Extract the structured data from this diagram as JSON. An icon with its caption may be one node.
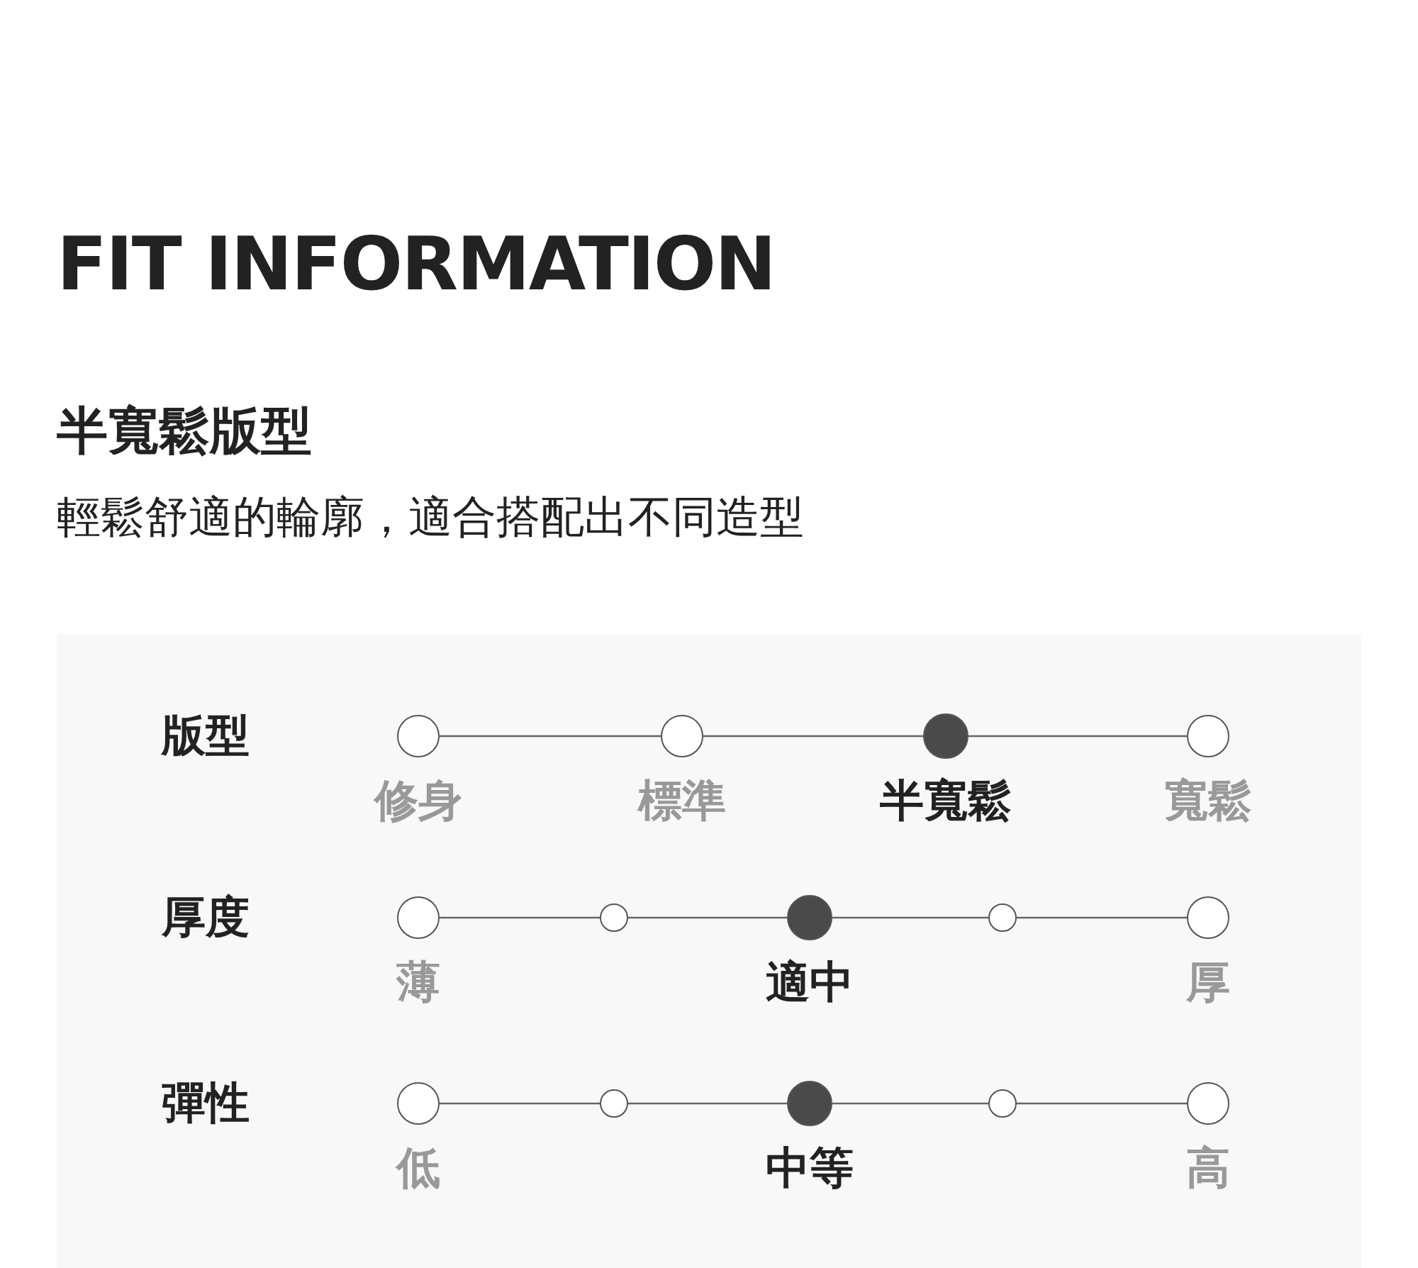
{
  "diagram": {
    "title": "FIT INFORMATION",
    "nodes": [
      {
        "text": [],
        "shape": "circle",
        "beside": [
          "修身"
        ]
      },
      {
        "text": [],
        "shape": "circle",
        "beside": [
          "標準"
        ]
      },
      {
        "text": [],
        "shape": "dot",
        "beside": [
          "半寬鬆"
        ]
      },
      {
        "text": [],
        "shape": "circle",
        "beside": [
          "寬鬆"
        ]
      },
      {
        "text": [],
        "shape": "circle",
        "beside": [
          "薄"
        ]
      },
      {
        "text": [],
        "shape": "circle"
      },
      {
        "text": [],
        "shape": "dot",
        "beside": [
          "適中"
        ]
      },
      {
        "text": [],
        "shape": "circle"
      },
      {
        "text": [],
        "shape": "circle",
        "beside": [
          "厚"
        ]
      },
      {
        "text": [],
        "shape": "circle",
        "beside": [
          "低"
        ]
      },
      {
        "text": [],
        "shape": "circle"
      },
      {
        "text": [],
        "shape": "dot",
        "beside": [
          "中等"
        ]
      },
      {
        "text": [],
        "shape": "circle"
      },
      {
        "text": [],
        "shape": "circle",
        "beside": [
          "高"
        ]
      }
    ],
    "edges": [
      {
        "from": 0,
        "to": 1,
        "arrow": "none"
      },
      {
        "from": 1,
        "to": 2,
        "arrow": "none"
      },
      {
        "from": 2,
        "to": 3,
        "arrow": "none"
      },
      {
        "from": 4,
        "to": 5,
        "arrow": "none"
      },
      {
        "from": 5,
        "to": 6,
        "arrow": "none"
      },
      {
        "from": 6,
        "to": 7,
        "arrow": "none"
      },
      {
        "from": 7,
        "to": 8,
        "arrow": "none"
      },
      {
        "from": 9,
        "to": 10,
        "arrow": "none"
      },
      {
        "from": 10,
        "to": 11,
        "arrow": "none"
      },
      {
        "from": 11,
        "to": 12,
        "arrow": "none"
      },
      {
        "from": 12,
        "to": 13,
        "arrow": "none"
      }
    ],
    "labels": [
      "半寬鬆版型",
      "輕鬆舒適的輪廓，適合搭配出不同造型",
      "版型",
      "厚度",
      "彈性"
    ]
  }
}
